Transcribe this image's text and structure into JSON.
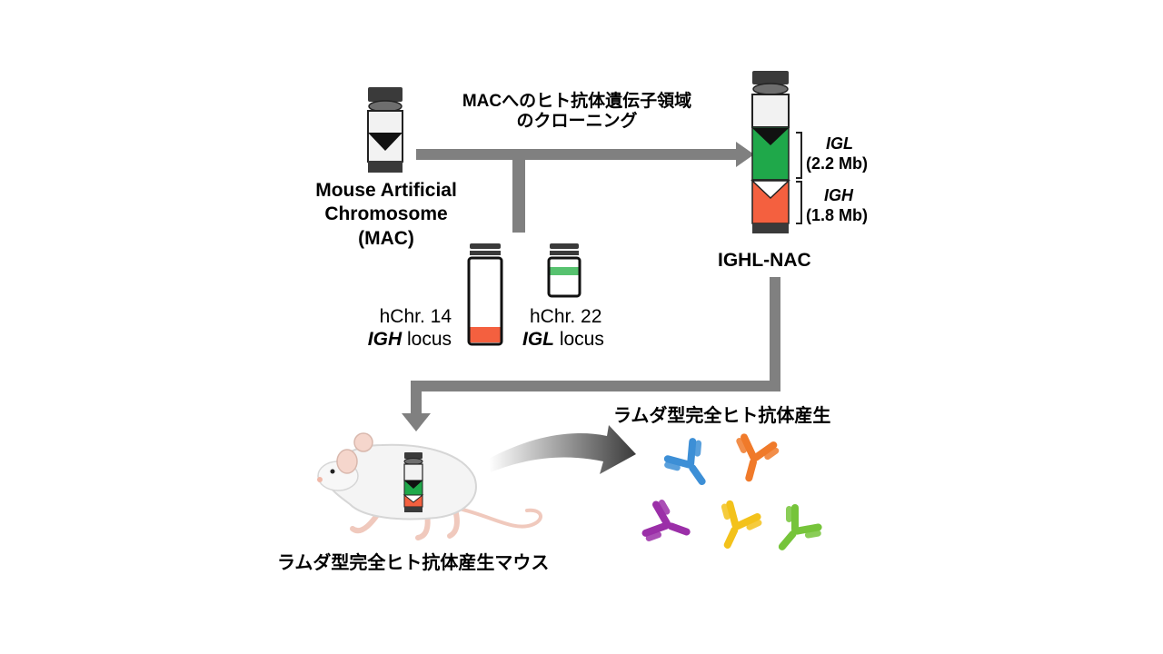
{
  "top_arrow_label": {
    "line1": "MACへのヒト抗体遺伝子領域",
    "line2": "のクローニング"
  },
  "mac": {
    "line1": "Mouse Artificial",
    "line2": "Chromosome",
    "line3": "(MAC)"
  },
  "hchr14": {
    "line1": "hChr. 14",
    "locus_italic": "IGH",
    "locus_rest": " locus"
  },
  "hchr22": {
    "line1": "hChr. 22",
    "locus_italic": "IGL",
    "locus_rest": " locus"
  },
  "ighl_nac": {
    "name": "IGHL-NAC",
    "igl_label": "IGL",
    "igl_size": "(2.2 Mb)",
    "igh_label": "IGH",
    "igh_size": "(1.8 Mb)"
  },
  "mouse_caption": "ラムダ型完全ヒト抗体産生マウス",
  "antibody_caption": "ラムダ型完全ヒト抗体産生",
  "colors": {
    "arrow_gray": "#808080",
    "dark": "#333333",
    "igl_green": "#1fa84a",
    "igh_red": "#f4603f",
    "hchr22_green": "#57c26f",
    "antibody_blue": "#3d8fd6",
    "antibody_orange": "#f07a2a",
    "antibody_purple": "#9b2fa8",
    "antibody_yellow": "#f3c21b",
    "antibody_green": "#76c43a"
  }
}
